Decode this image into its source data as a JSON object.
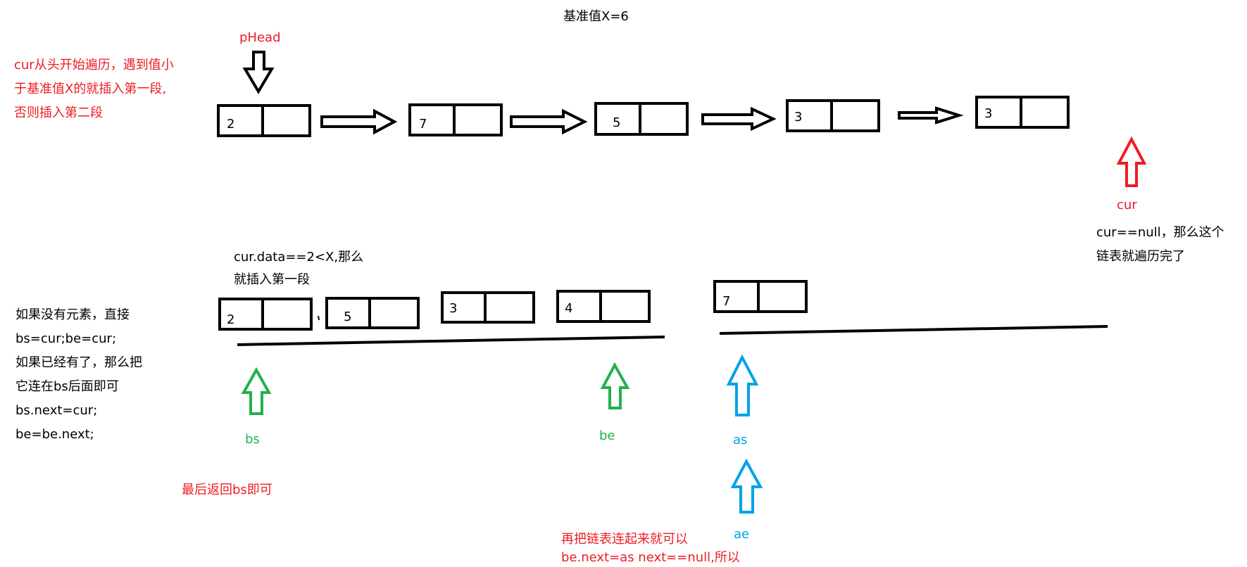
{
  "title": "基准值X=6",
  "labels": {
    "phead": "pHead",
    "cur": "cur",
    "bs": "bs",
    "be": "be",
    "as": "as",
    "ae": "ae"
  },
  "notes": {
    "top_left": [
      "cur从头开始遍历，遇到值小",
      "于基准值X的就插入第一段,",
      "否则插入第二段"
    ],
    "cur_null": [
      "cur==null，那么这个",
      "链表就遍历完了"
    ],
    "compare": [
      "cur.data==2<X,那么",
      "就插入第一段"
    ],
    "insert_rule": [
      "如果没有元素，直接",
      "bs=cur;be=cur;",
      "如果已经有了，那么把",
      "它连在bs后面即可",
      "bs.next=cur;",
      "be=be.next;"
    ],
    "return_bs": "最后返回bs即可",
    "connect": [
      "再把链表连起来就可以",
      "be.next=as   next==null,所以"
    ]
  },
  "top_list": [
    "2",
    "7",
    "5",
    "3",
    "3"
  ],
  "first_segment": [
    "2",
    "5",
    "3",
    "4"
  ],
  "second_segment": [
    "7"
  ],
  "colors": {
    "red": "#ed1c24",
    "green": "#22b14c",
    "blue": "#00a2e8",
    "black": "#000000"
  }
}
